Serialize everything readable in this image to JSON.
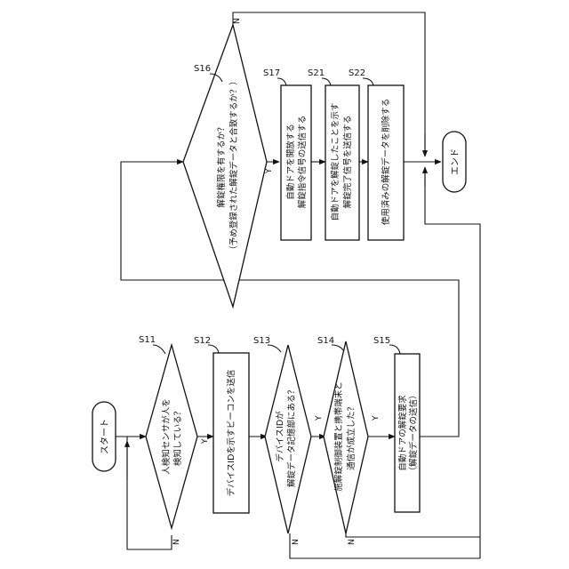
{
  "terminals": {
    "start": "スタート",
    "end": "エンド"
  },
  "steps": {
    "s11": {
      "label": "S11",
      "lines": [
        "人検知センサが人を",
        "検知している？"
      ]
    },
    "s12": {
      "label": "S12",
      "lines": [
        "デバイスIDを示すビーコンを送信"
      ]
    },
    "s13": {
      "label": "S13",
      "lines": [
        "デバイスIDが",
        "解錠データ記憶部にある？"
      ]
    },
    "s14": {
      "label": "S14",
      "lines": [
        "施解錠制御装置と携帯端末と",
        "通信が成立した？"
      ]
    },
    "s15": {
      "label": "S15",
      "lines": [
        "自動ドアの解錠要求",
        "（解錠データの送信）"
      ]
    },
    "s16": {
      "label": "S16",
      "lines": [
        "解錠権限を有するか？",
        "（予め登録された解錠データと合致するか？）"
      ]
    },
    "s17": {
      "label": "S17",
      "lines": [
        "自動ドアを開放する",
        "解錠指令信号の送信する"
      ]
    },
    "s21": {
      "label": "S21",
      "lines": [
        "自動ドアを解錠したことを示す",
        "解錠完了信号を送信する"
      ]
    },
    "s22": {
      "label": "S22",
      "lines": [
        "使用済みの解錠データを削除する"
      ]
    }
  },
  "branches": {
    "yes": "Y",
    "no": "N"
  }
}
